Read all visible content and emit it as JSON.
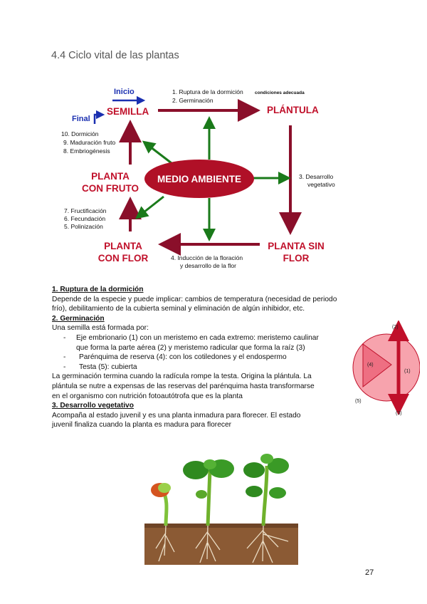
{
  "section_title": "4.4 Ciclo vital de las plantas",
  "diagram": {
    "inicio": "Inicio",
    "final": "Final",
    "semilla": "SEMILLA",
    "plantula": "PLÁNTULA",
    "medio_ambiente": "MEDIO AMBIENTE",
    "planta_con_fruto": [
      "PLANTA",
      "CON FRUTO"
    ],
    "planta_con_flor": [
      "PLANTA",
      "CON FLOR"
    ],
    "planta_sin_flor": [
      "PLANTA SIN",
      "FLOR"
    ],
    "step1": "1. Ruptura de la dormición",
    "condiciones": "condiciones adecuada",
    "step2": "2. Germinación",
    "step3": [
      "3. Desarrollo",
      "vegetativo"
    ],
    "step4": [
      "4. Inducción de la floración",
      "y desarrollo de la flor"
    ],
    "steps_fruto": [
      "7. Fructificación",
      "6. Fecundación",
      "5. Polinización"
    ],
    "steps_semilla": [
      "10. Dormición",
      "9. Maduración fruto",
      "8. Embriogénesis"
    ],
    "colors": {
      "red": "#c0102a",
      "dark_red": "#8a0f2a",
      "green": "#1a7a1a",
      "blue": "#1a2fb0"
    }
  },
  "seed_figure": {
    "labels": [
      "(2)",
      "(4)",
      "(1)",
      "(5)",
      "(3)"
    ],
    "colors": {
      "fill": "#f28a98",
      "stroke": "#c0102a"
    }
  },
  "text": {
    "h1": "1. Ruptura de la dormición",
    "p1": [
      "Depende de la especie y puede implicar: cambios de temperatura (necesidad de periodo",
      "frío), debilitamiento de la cubierta seminal y eliminación de algún inhibidor, etc."
    ],
    "h2": "2. Germinación",
    "p2_intro": "Una semilla está formada por:",
    "bullets": [
      {
        "dash": "-",
        "lines": [
          "Eje embrionario (1) con un meristemo en cada extremo:  meristemo caulinar",
          "que forma la parte aérea (2) y  meristemo radicular que forma la raíz (3)"
        ]
      },
      {
        "dash": "-",
        "lines": [
          "Parénquima de reserva (4): con los cotiledones y el endospermo"
        ]
      },
      {
        "dash": "-",
        "lines": [
          "Testa (5): cubierta"
        ]
      }
    ],
    "p2_end": [
      "La germinación termina cuando la radícula rompe la testa. Origina la plántula.  La",
      "plántula se nutre a expensas de las reservas del parénquima hasta transformarse",
      "en el organismo con nutrición fotoautótrofa que es la planta"
    ],
    "h3": "3. Desarrollo vegetativo",
    "p3": [
      "Acompaña al estado juvenil y es una planta inmadura para florecer. El estado",
      "juvenil finaliza cuando la planta es madura para florecer"
    ]
  },
  "page_number": "27"
}
